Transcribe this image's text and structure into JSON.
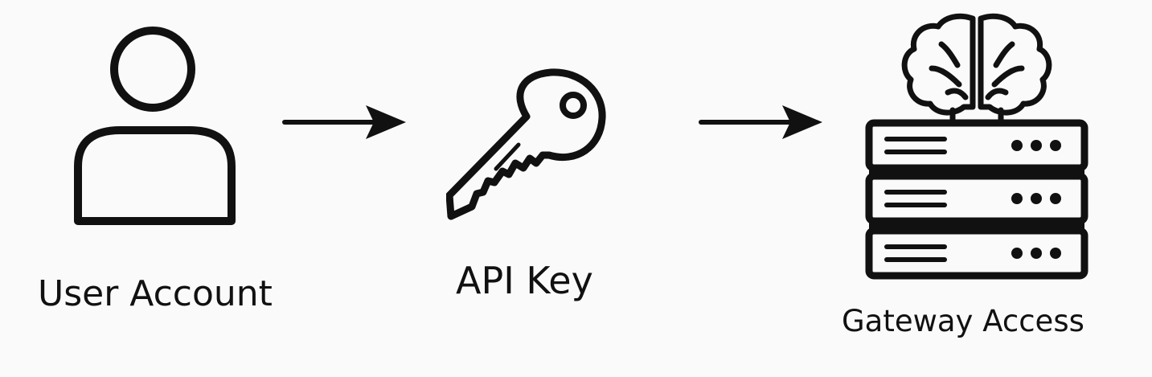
{
  "diagram": {
    "nodes": [
      {
        "id": "user",
        "label": "User Account",
        "icon": "user-icon"
      },
      {
        "id": "key",
        "label": "API Key",
        "icon": "key-icon"
      },
      {
        "id": "gateway",
        "label": "Gateway Access",
        "icon": "server-brain-icon"
      }
    ],
    "edges": [
      {
        "from": "user",
        "to": "key",
        "icon": "arrow-right-icon"
      },
      {
        "from": "key",
        "to": "gateway",
        "icon": "arrow-right-icon"
      }
    ],
    "colors": {
      "stroke": "#111111",
      "background": "#fafafa"
    }
  }
}
